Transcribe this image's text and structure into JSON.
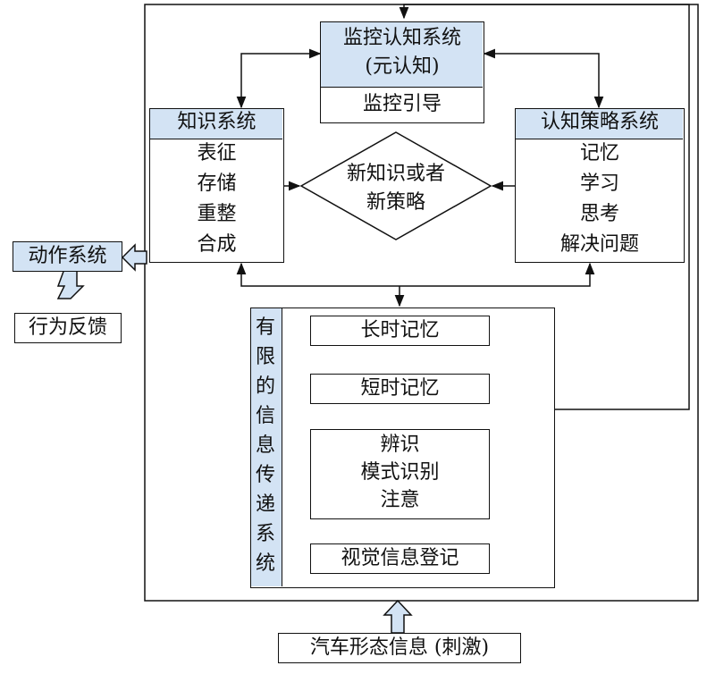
{
  "monitor": {
    "title_line1": "监控认知系统",
    "title_line2": "(元认知)",
    "sub": "监控引导"
  },
  "knowledge": {
    "title": "知识系统",
    "items": [
      "表征",
      "存储",
      "重整",
      "合成"
    ]
  },
  "strategy": {
    "title": "认知策略系统",
    "items": [
      "记忆",
      "学习",
      "思考",
      "解决问题"
    ]
  },
  "center": {
    "line1": "新知识或者",
    "line2": "新策略"
  },
  "action": {
    "title": "动作系统",
    "feedback": "行为反馈"
  },
  "info": {
    "title_chars": [
      "有",
      "限",
      "的",
      "信",
      "息",
      "传",
      "递",
      "系",
      "统"
    ],
    "long_term": "长时记忆",
    "short_term": "短时记忆",
    "recognition": [
      "辨识",
      "模式识别",
      "注意"
    ],
    "registration": "视觉信息登记"
  },
  "input": {
    "label": "汽车形态信息 (刺激)"
  },
  "colors": {
    "header_fill": "#d3e3f4",
    "line": "#111111"
  }
}
